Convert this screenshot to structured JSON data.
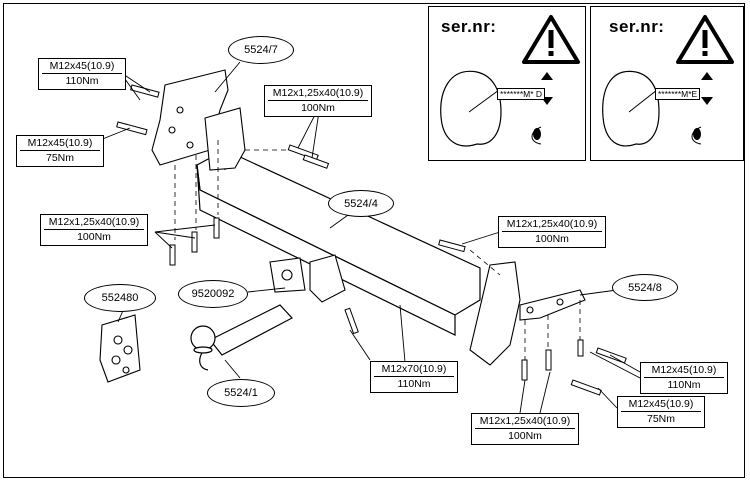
{
  "panels": [
    {
      "title": "ser.nr:",
      "code": "*******M* D"
    },
    {
      "title": "ser.nr:",
      "code": "*******M*E"
    }
  ],
  "part_numbers": {
    "bracket_left": "5524/7",
    "crossbar": "5524/4",
    "bracket_right": "5524/8",
    "ball_neck": "5524/1",
    "socket_plate": "9520092",
    "wiring_kit": "552480"
  },
  "bolt_labels": {
    "top_left_1": {
      "spec": "M12x45(10.9)",
      "torque": "110Nm"
    },
    "top_left_2": {
      "spec": "M12x45(10.9)",
      "torque": "75Nm"
    },
    "top_center": {
      "spec": "M12x1,25x40(10.9)",
      "torque": "100Nm"
    },
    "mid_left": {
      "spec": "M12x1,25x40(10.9)",
      "torque": "100Nm"
    },
    "mid_right": {
      "spec": "M12x1,25x40(10.9)",
      "torque": "100Nm"
    },
    "bottom_center": {
      "spec": "M12x70(10.9)",
      "torque": "110Nm"
    },
    "bottom_right_1": {
      "spec": "M12x45(10.9)",
      "torque": "110Nm"
    },
    "bottom_right_2": {
      "spec": "M12x45(10.9)",
      "torque": "75Nm"
    },
    "bottom_right_3": {
      "spec": "M12x1,25x40(10.9)",
      "torque": "100Nm"
    }
  }
}
